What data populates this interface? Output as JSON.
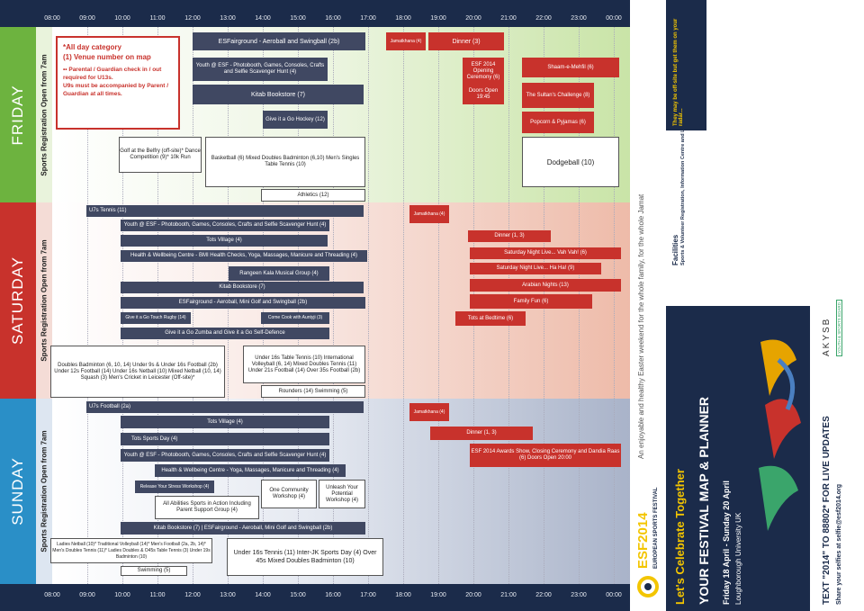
{
  "times": [
    "08:00",
    "09:00",
    "10:00",
    "11:00",
    "12:00",
    "13:00",
    "14:00",
    "15:00",
    "16:00",
    "17:00",
    "18:00",
    "19:00",
    "20:00",
    "21:00",
    "22:00",
    "23:00",
    "00:00"
  ],
  "registration": "Sports Registration Open from 7am",
  "days": {
    "friday": "FRIDAY",
    "saturday": "SATURDAY",
    "sunday": "SUNDAY"
  },
  "legend": {
    "line1": "*All day category",
    "line2": "(1) Venue number on map",
    "line3": "•• Parental / Guardian check in / out required for U13s.",
    "line4": "U9s must be accompanied by Parent / Guardian at all times."
  },
  "events": {
    "fri_esf_fairground": "ESFairground - Aeroball and Swingball (2b)",
    "fri_jamatkhana": "Jamatkhana (4)",
    "fri_dinner": "Dinner (3)",
    "fri_youth": "Youth @ ESF - Photobooth, Games, Consoles, Crafts and Selfie Scavenger Hunt (4)",
    "fri_opening": "ESF 2014 Opening Ceremony (6)",
    "fri_doors": "Doors Open 19:45",
    "fri_shaam": "Shaam-e-Mehfil (6)",
    "fri_kitab": "Kitab Bookstore (7)",
    "fri_sultan": "The Sultan's Challenge (8)",
    "fri_hockey": "Give it a Go Hockey (12)",
    "fri_popcorn": "Popcorn & Pyjamas (6)",
    "fri_golf": "Golf at the Belfry (off-site)* Dance Competition (9)* 10k Run",
    "fri_basketball": "Basketball (6) Mixed Doubles Badminton (6,10) Men's Singles Table Tennis (10)",
    "fri_dodgeball": "Dodgeball (10)",
    "fri_athletics": "Athletics (12)",
    "sat_u7": "U7s Tennis (11)",
    "sat_jamatkhana": "Jamatkhana (4)",
    "sat_youth": "Youth @ ESF - Photobooth, Games, Consoles, Crafts and Selfie Scavenger Hunt (4)",
    "sat_dinner": "Dinner (1, 3)",
    "sat_tots": "Tots Village (4)",
    "sat_vahvah": "Saturday Night Live... Vah Vah! (6)",
    "sat_health": "Health & Wellbeing Centre - BMI Health Checks, Yoga, Massages, Manicure and Threading (4)",
    "sat_hahha": "Saturday Night Live... Ha Ha! (9)",
    "sat_rangeen": "Rangeen Kala Musical Group (4)",
    "sat_kitab": "Kitab Bookstore (7)",
    "sat_arabian": "Arabian Nights (13)",
    "sat_fairground": "ESFairground - Aeroball, Mini Golf and Swingball (2b)",
    "sat_family": "Family Fun (6)",
    "sat_rugby": "Give it a Go Touch Rugby (14)",
    "sat_cook": "Come Cook with Auntyji (3)",
    "sat_tots_bed": "Tots at Bedtime (6)",
    "sat_zumba": "Give it a Go Zumba and Give it a Go Self-Defence",
    "sat_sports_a": "Doubles Badminton (6, 10, 14) Under 9s & Under 16s Football (2b) Under 12s Football (14) Under 16s Netball (10) Mixed Netball (10, 14) Squash (3) Men's Cricket in Leicester (Off-site)*",
    "sat_sports_b": "Under 16s Table Tennis (10) International Volleyball (6, 14) Mixed Doubles Tennis (11) Under 21s Football (14) Over 35s Football (2b)",
    "sat_rounders": "Rounders (14) Swimming (5)",
    "sun_u7": "U7s Football (2a)",
    "sun_jamatkhana": "Jamatkhana (4)",
    "sun_tots": "Tots Village (4)",
    "sun_dinner": "Dinner (1, 3)",
    "sun_sportsday": "Tots Sports Day (4)",
    "sun_youth": "Youth @ ESF - Photobooth, Games, Consoles, Crafts and Selfie Scavenger Hunt (4)",
    "sun_awards": "ESF 2014 Awards Show, Closing Ceremony and Dandia Raas (6) Doors Open 20:00",
    "sun_health": "Health & Wellbeing Centre - Yoga, Massages, Manicure and Threading (4)",
    "sun_stress": "Release Your Stress Workshop (4)",
    "sun_one": "One Community Workshop (4)",
    "sun_unleash": "Unleash Your Potential Workshop (4)",
    "sun_abilities": "All Abilities Sports in Action Including Parent Support Group (4)",
    "sun_kitab": "Kitab Bookstore (7) | ESFairground - Aeroball, Mini Golf and Swingball (2b)",
    "sun_sports_a": "Ladies Netball (10)* Traditional Volleyball (14)* Men's Football (2a, 2b, 14)* Men's Doubles Tennis (11)* Ladies Doubles & O45s Table Tennis (3) Under 19s Badminton (10)",
    "sun_sports_b": "Under 16s Tennis (11) Inter-JK Sports Day (4) Over 45s Mixed Doubles Badminton (10)",
    "sun_swimming": "Swimming (5)"
  },
  "panel": {
    "facilities_title": "Facilities",
    "facilities_text": "Sports & Volunteer Registration, Information Centre and Lost & Found",
    "offsite": "They may be off-site but get them on your radar...",
    "tagline": "An enjoyable and healthy Easter weekend for the whole family, for the whole Jamat",
    "together": "Let's Celebrate Together",
    "planner": "YOUR FESTIVAL MAP & PLANNER",
    "dates": "Friday 18 April - Sunday 20 April",
    "venue": "Loughborough University UK",
    "logo_year": "ESF2014",
    "logo_sub": "EUROPEAN SPORTS FESTIVAL",
    "text_updates": "TEXT \"2014\" TO 88802* FOR LIVE UPDATES",
    "selfies": "Share your selfies at selfie@esf2014.org",
    "akysb": "AKYSB",
    "akysb_sub": "YOUTH & SPORTS BOARD"
  },
  "colors": {
    "navy": "#1b2b4a",
    "dark_event": "#404862",
    "red_event": "#c8322c",
    "friday": "#6db33f",
    "saturday": "#c8322c",
    "sunday": "#2a8fc7"
  }
}
